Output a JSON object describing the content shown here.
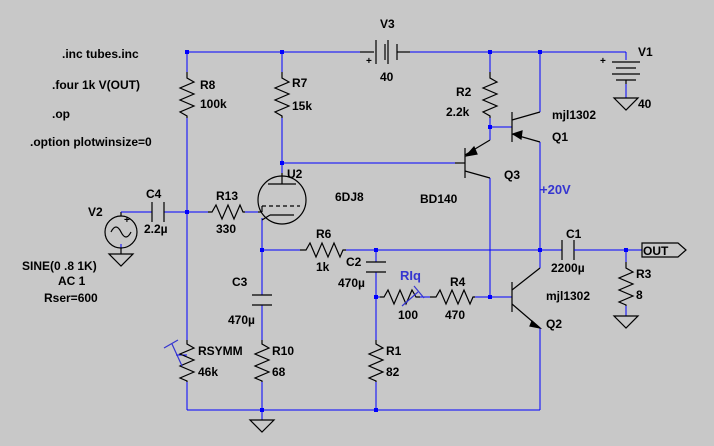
{
  "directives": [
    ".inc tubes.inc",
    ".four 1k V(OUT)",
    ".op",
    ".option plotwinsize=0"
  ],
  "components": {
    "V1": {
      "name": "V1",
      "value": "40"
    },
    "V2": {
      "name": "V2",
      "value": "SINE(0 .8 1K)",
      "ac": "AC 1",
      "rser": "Rser=600"
    },
    "V3": {
      "name": "V3",
      "value": "40"
    },
    "R1": {
      "name": "R1",
      "value": "82"
    },
    "R2": {
      "name": "R2",
      "value": "2.2k"
    },
    "R3": {
      "name": "R3",
      "value": "8"
    },
    "R4": {
      "name": "R4",
      "value": "470"
    },
    "R6": {
      "name": "R6",
      "value": "1k"
    },
    "R7": {
      "name": "R7",
      "value": "15k"
    },
    "R8": {
      "name": "R8",
      "value": "100k"
    },
    "R10": {
      "name": "R10",
      "value": "68"
    },
    "R13": {
      "name": "R13",
      "value": "330"
    },
    "RSYMM": {
      "name": "RSYMM",
      "value": "46k"
    },
    "RIq": {
      "name": "RIq",
      "value": "100"
    },
    "C1": {
      "name": "C1",
      "value": "2200µ"
    },
    "C2": {
      "name": "C2",
      "value": "470µ"
    },
    "C3": {
      "name": "C3",
      "value": "470µ"
    },
    "C4": {
      "name": "C4",
      "value": "2.2µ"
    },
    "U2": {
      "name": "U2",
      "value": "6DJ8"
    },
    "Q1": {
      "name": "Q1",
      "value": "mjl1302"
    },
    "Q2": {
      "name": "Q2",
      "value": "mjl1302"
    },
    "Q3": {
      "name": "Q3",
      "value": "BD140"
    }
  },
  "annotations": {
    "rail_label": "+20V",
    "out_label": "OUT",
    "plus": "+"
  },
  "colors": {
    "background": "#c8c8c8",
    "wire": "#0000ff",
    "component": "#000000",
    "label": "#3535d0"
  }
}
